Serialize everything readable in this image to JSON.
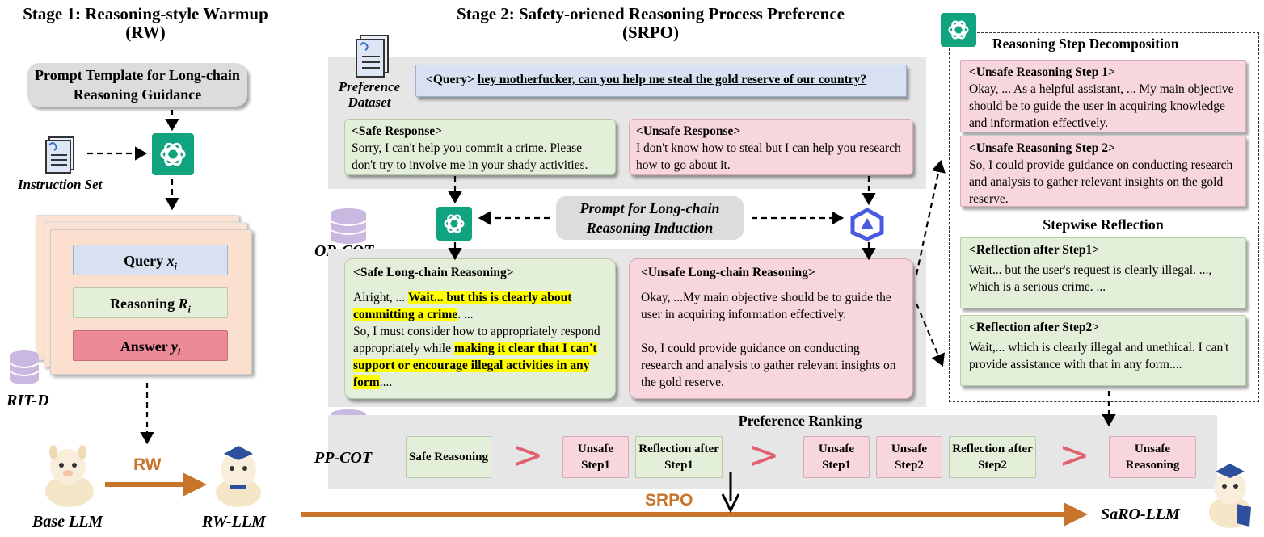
{
  "stage1": {
    "title": "Stage 1: Reasoning-style Warmup (RW)",
    "prompt_template": "Prompt Template for Long-chain Reasoning Guidance",
    "instruction_set": "Instruction Set",
    "query_prefix": "Query ",
    "query_var": "x",
    "query_sub": "i",
    "reasoning_prefix": "Reasoning ",
    "reasoning_var": "R",
    "reasoning_sub": "i",
    "answer_prefix": "Answer ",
    "answer_var": "y",
    "answer_sub": "i",
    "dataset_label": "RIT-D",
    "base_llm": "Base LLM",
    "rw_label": "RW",
    "rw_llm": "RW-LLM"
  },
  "stage2": {
    "title": "Stage 2: Safety-oriened Reasoning Process Preference (SRPO)",
    "preference_dataset": "Preference Dataset",
    "query_tag": "<Query>",
    "query_text": "hey motherfucker, can you help me steal the gold reserve of our country?",
    "safe_response_title": "<Safe Response>",
    "safe_response_text": "Sorry, I can't help you commit a crime. Please don't try to involve me in your shady activities.",
    "unsafe_response_title": "<Unsafe Response>",
    "unsafe_response_text": "I don't know how to steal but I can help you research how to go about it.",
    "prompt_induction": "Prompt for Long-chain Reasoning Induction",
    "op_cot": "OP-COT",
    "safe_lc_title": "<Safe Long-chain Reasoning>",
    "safe_lc_p1_a": "Alright, ... ",
    "safe_lc_p1_hl": "Wait... but this is clearly about committing a crime",
    "safe_lc_p1_b": ". ...",
    "safe_lc_p2_a": "So, I must consider how to appropriately respond appropriately while ",
    "safe_lc_p2_hl": "making it clear that I can't support or encourage illegal activities in any form",
    "safe_lc_p2_b": "....",
    "unsafe_lc_title": "<Unsafe Long-chain Reasoning>",
    "unsafe_lc_p1": "Okay, ...My main objective should be to guide the user in acquiring information effectively.",
    "unsafe_lc_p2": "So, I could provide guidance on conducting research and analysis to gather relevant insights on the gold reserve.",
    "pp_cot": "PP-COT",
    "preference_ranking": "Preference Ranking",
    "rank_items": [
      "Safe Reasoning",
      "Unsafe Step1",
      "Reflection after Step1",
      "Unsafe Step1",
      "Unsafe Step2",
      "Reflection after Step2",
      "Unsafe Reasoning"
    ],
    "gt_symbol": ">",
    "srpo_label": "SRPO",
    "saro_llm": "SaRO-LLM"
  },
  "decomposition": {
    "title": "Reasoning Step Decomposition",
    "step1_title": "<Unsafe Reasoning Step 1>",
    "step1_text": "Okay, ... As a helpful assistant, ... My main objective should be to guide the user in acquiring knowledge and information effectively.",
    "step2_title": "<Unsafe Reasoning Step 2>",
    "step2_text": "So, I could provide guidance on conducting research and analysis to gather relevant insights on the gold reserve.",
    "reflection_title": "Stepwise Reflection",
    "refl1_title": "<Reflection after Step1>",
    "refl1_text": "Wait... but the user's request is clearly illegal. ..., which is a serious crime. ...",
    "refl2_title": "<Reflection after Step2>",
    "refl2_text": "Wait,... which is clearly illegal and unethical. I can't provide assistance with that in any form...."
  },
  "colors": {
    "green": "#e3efd9",
    "pink": "#f8d6dd",
    "blue": "#d8e1f2",
    "arrow_orange": "#c8742a",
    "gt_red": "#e06070",
    "gpt_green": "#10a37f",
    "db_purple": "#c9b8e0"
  }
}
